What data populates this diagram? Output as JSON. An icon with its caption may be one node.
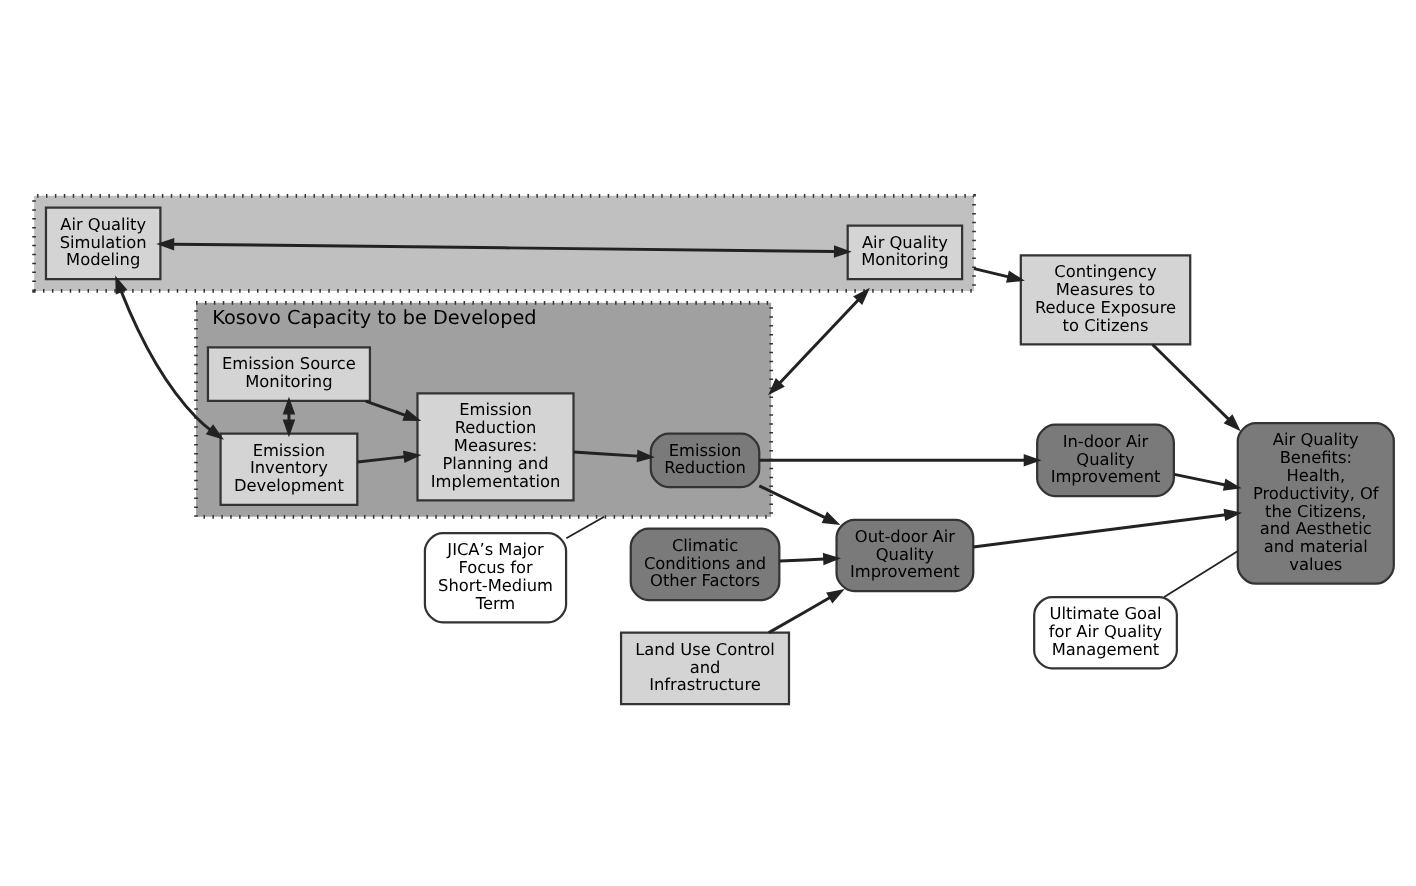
{
  "diagram": {
    "nodes": [
      {
        "text": [
          "Kosovo Capacity to be Developed"
        ]
      },
      {
        "text": [
          "Emission Inventory Development"
        ],
        "in": 0
      },
      {
        "text": [
          "Emission Source Monitoring"
        ],
        "in": 0
      },
      {
        "text": [
          "Emission Reduction Measures: Planning and Implementation"
        ],
        "in": 0
      },
      {
        "text": [
          "Emission Reduction"
        ],
        "in": 0
      },
      {
        "text": [
          "In-door Air Quality Improvement"
        ]
      },
      {
        "text": [
          "Out-door Air Quality Improvement"
        ]
      },
      {
        "text": [
          "Climatic Conditions and Other Factors"
        ]
      },
      {
        "text": [
          "Air Quality Benefits:",
          "Health, Productivity, Of the Citizens, and Aesthetic and material values"
        ]
      },
      {
        "text": [
          "Land Use Control and Infrastructure"
        ]
      },
      {
        "text": [
          "Contingency Measures to Reduce Exposure to Citizens"
        ]
      },
      {
        "text": [],
        "shape": "box"
      },
      {
        "text": [
          "Air Quality Simulation Modeling"
        ],
        "in": 11
      },
      {
        "text": [
          "Air Quality Monitoring"
        ],
        "in": 11
      },
      {
        "text": [
          "JICA’s Major Focus for Short-Medium Term"
        ]
      },
      {
        "text": [
          "Ultimate Goal for Air Quality Management"
        ]
      }
    ],
    "edges": [
      {
        "from": 1,
        "to": 3,
        "arrow": "to"
      },
      {
        "from": 2,
        "to": 3,
        "arrow": "to"
      },
      {
        "from": 1,
        "to": 2,
        "arrow": "both"
      },
      {
        "from": 3,
        "to": 4,
        "arrow": "to"
      },
      {
        "from": 4,
        "to": 5,
        "arrow": "to"
      },
      {
        "from": 4,
        "to": 6,
        "arrow": "to"
      },
      {
        "from": 7,
        "to": 6,
        "arrow": "to"
      },
      {
        "from": 9,
        "to": 6,
        "arrow": "to"
      },
      {
        "from": 5,
        "to": 8,
        "arrow": "to"
      },
      {
        "from": 6,
        "to": 8,
        "arrow": "to"
      },
      {
        "from": 10,
        "to": 8,
        "arrow": "to"
      },
      {
        "from": 0,
        "to": 11,
        "arrow": "both"
      },
      {
        "from": 11,
        "to": 10,
        "arrow": "to"
      },
      {
        "from": 12,
        "to": 13,
        "arrow": "both"
      },
      {
        "from": 12,
        "to": 1,
        "arrow": "both"
      },
      {
        "from": 14,
        "to": 0,
        "arrow": "none"
      },
      {
        "from": 15,
        "to": 8,
        "arrow": "none"
      }
    ]
  }
}
